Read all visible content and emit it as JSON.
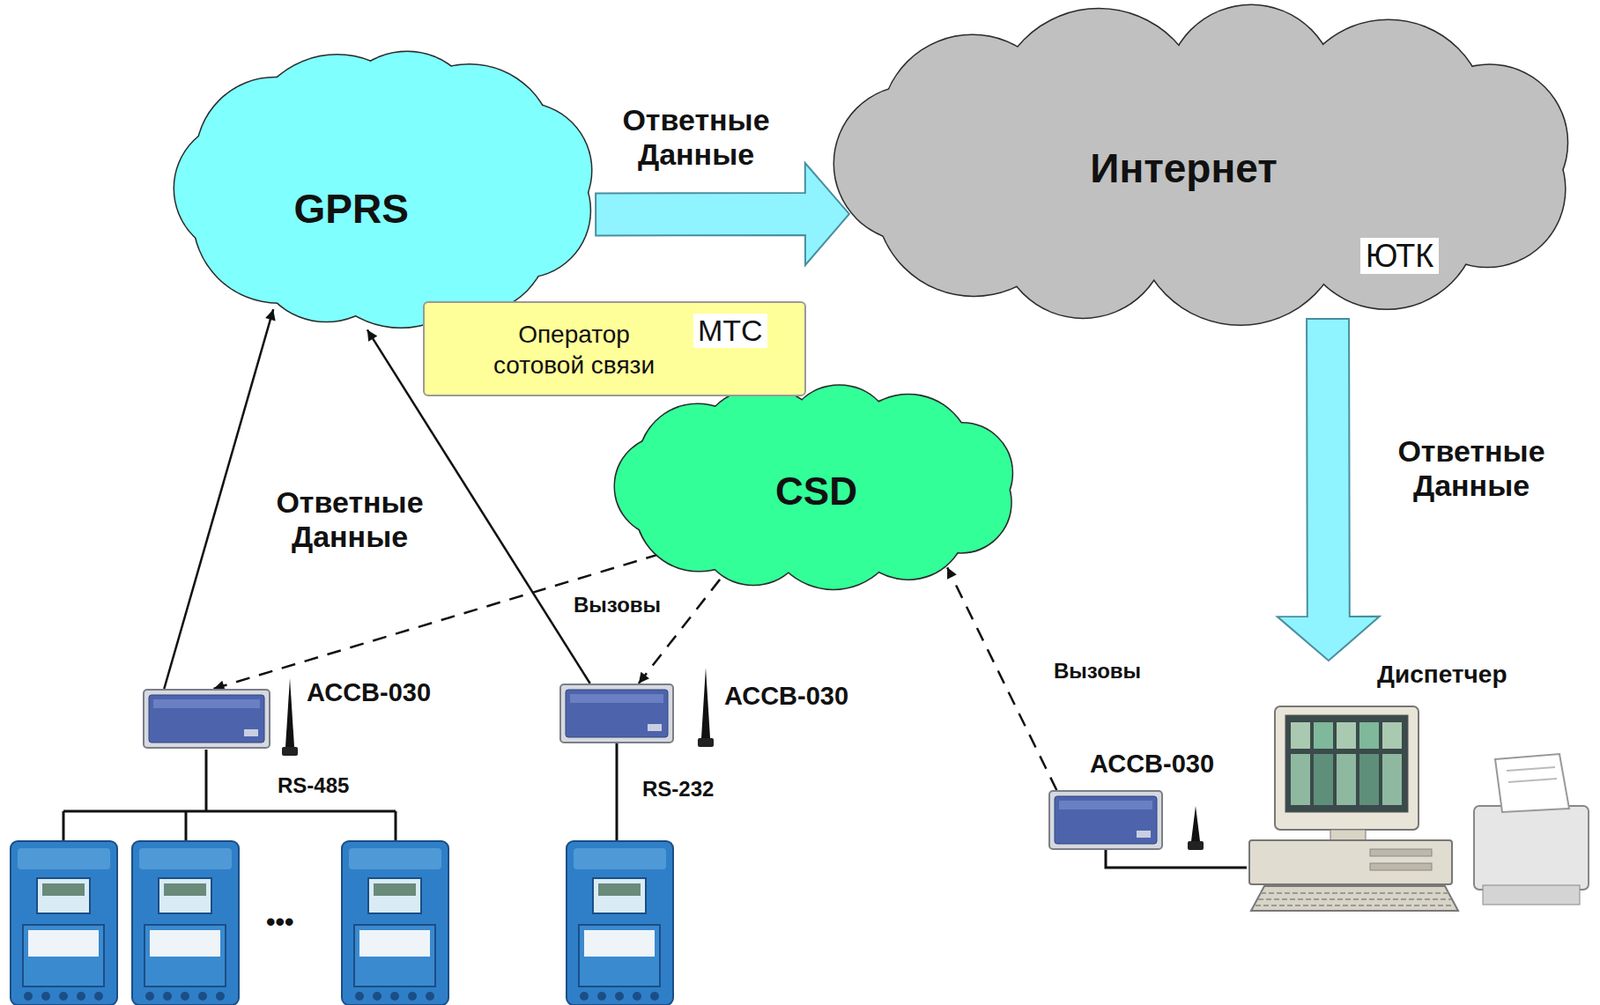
{
  "diagram": {
    "nodes": [
      {
        "text": [
          "GPRS"
        ]
      },
      {
        "text": [
          "Интернет",
          "ЮТК"
        ]
      },
      {
        "text": [
          "Оператор сотовой связи",
          "МТС"
        ]
      },
      {
        "text": [
          "CSD"
        ]
      },
      {
        "text": [
          "АССВ-030"
        ]
      },
      {
        "text": [
          "АССВ-030"
        ]
      },
      {
        "text": [
          "АССВ-030"
        ]
      },
      {
        "text": [
          "Диспетчер"
        ]
      }
    ],
    "edges": [
      {
        "from": 0,
        "to": 1,
        "label": "Ответные Данные",
        "arrow": "to"
      },
      {
        "from": 1,
        "to": 7,
        "label": "Ответные Данные",
        "arrow": "to"
      },
      {
        "from": 4,
        "to": 0,
        "label": "Ответные Данные",
        "arrow": "to"
      },
      {
        "from": 5,
        "to": 0,
        "arrow": "to"
      },
      {
        "from": 3,
        "to": 4,
        "arrow": "to"
      },
      {
        "from": 3,
        "to": 5,
        "label": "Вызовы",
        "arrow": "to"
      },
      {
        "from": 6,
        "to": 3,
        "label": "Вызовы",
        "arrow": "to"
      },
      {
        "from": 6,
        "to": 7,
        "arrow": "none"
      }
    ],
    "labels": [
      "RS-485",
      "RS-232",
      "•••"
    ]
  }
}
